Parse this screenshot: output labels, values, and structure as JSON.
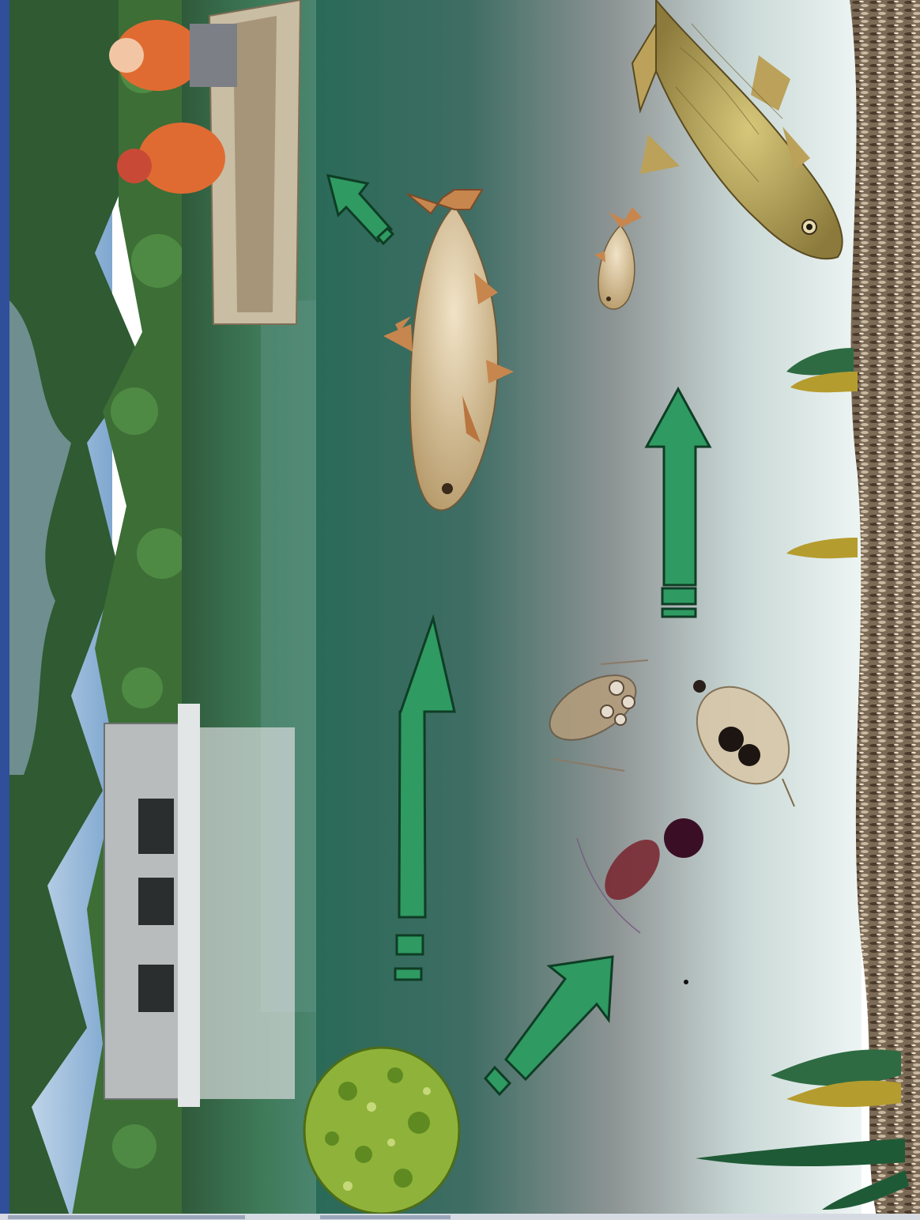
{
  "diagram": {
    "type": "aquatic food chain (rotated illustration)",
    "nodes": [
      {
        "id": "anglers",
        "icon": "anglers-in-boat-icon"
      },
      {
        "id": "silver-carp",
        "icon": "silver-carp-icon"
      },
      {
        "id": "small-fish",
        "icon": "small-fish-icon"
      },
      {
        "id": "common-carp",
        "icon": "common-carp-icon"
      },
      {
        "id": "algae-colony",
        "icon": "algae-colony-icon"
      },
      {
        "id": "copepod",
        "icon": "copepod-icon"
      },
      {
        "id": "rotifer",
        "icon": "rotifer-icon"
      },
      {
        "id": "daphnia",
        "icon": "daphnia-icon"
      },
      {
        "id": "aquatic-plants",
        "icon": "water-plant-icon"
      }
    ],
    "arrows": [
      {
        "from": "algae-colony",
        "to": "silver-carp"
      },
      {
        "from": "algae-colony",
        "to": "copepod"
      },
      {
        "from": "daphnia",
        "to": "small-fish"
      },
      {
        "from": "silver-carp",
        "to": "anglers"
      }
    ],
    "colors": {
      "arrow": "#2f9a62",
      "arrow_stroke": "#0f3d25",
      "water_dark": "#2f6357",
      "water_light": "#e6f1f0",
      "sediment": "#6b5a45"
    }
  }
}
